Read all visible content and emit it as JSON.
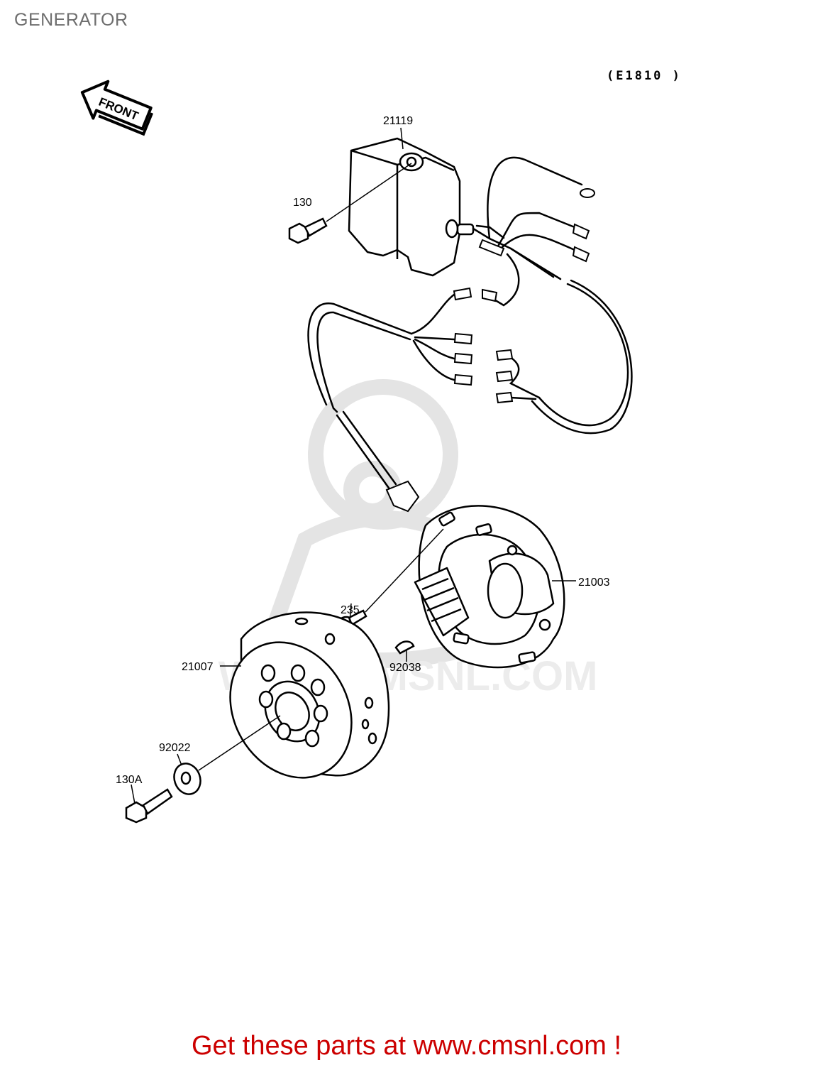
{
  "page": {
    "title": "GENERATOR"
  },
  "diagram": {
    "ref_code": "(E1810 )",
    "front_label": "FRONT",
    "parts": {
      "p21119": "21119",
      "p130": "130",
      "p21003": "21003",
      "p235": "235",
      "p92038": "92038",
      "p21007": "21007",
      "p92022": "92022",
      "p130A": "130A"
    },
    "watermark": "WWW.CMSNL.COM"
  },
  "footer": {
    "cta": "Get these parts at www.cmsnl.com !"
  },
  "colors": {
    "line": "#000000",
    "cta": "#cc0000",
    "title": "#6e6e6e",
    "watermark": "#e6e6e6"
  }
}
